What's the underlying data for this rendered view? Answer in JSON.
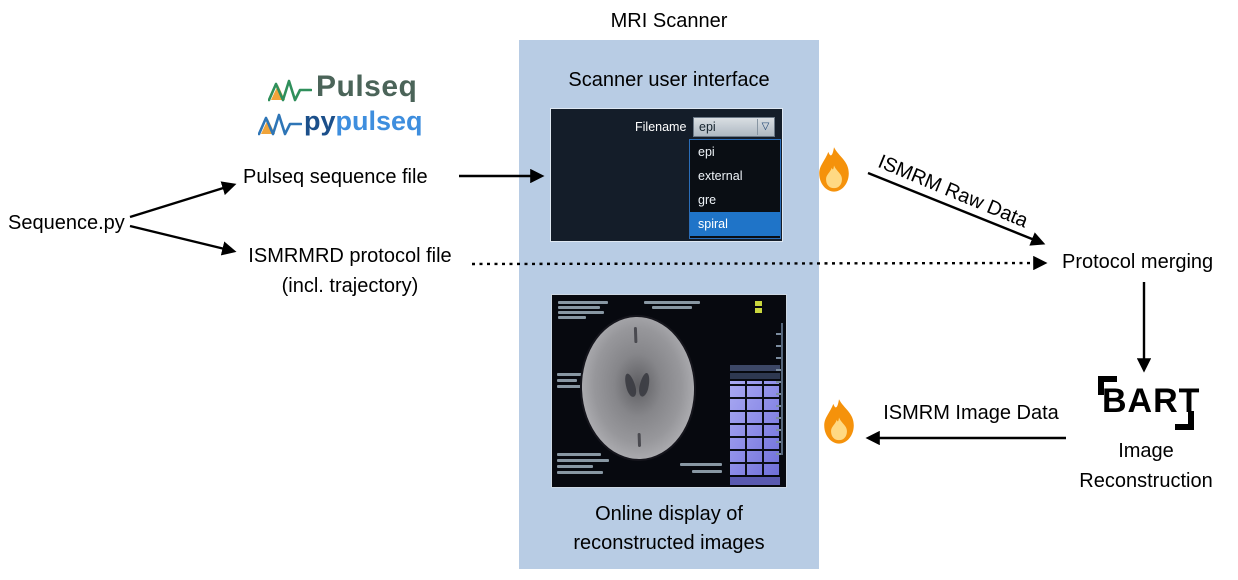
{
  "title": "MRI Scanner",
  "panel": {
    "heading": "Scanner user interface",
    "caption_line1": "Online display of",
    "caption_line2": "reconstructed images"
  },
  "scanner_ui": {
    "filename_label": "Filename",
    "selected_value": "epi",
    "dropdown_arrow": "▽",
    "options": [
      "epi",
      "external",
      "gre",
      "spiral"
    ],
    "selected_option": "spiral"
  },
  "left": {
    "pulseq_logo": "Pulseq",
    "pypulseq_prefix": "py",
    "pypulseq_rest": "pulseq",
    "sequence_py": "Sequence.py",
    "pulseq_file": "Pulseq sequence file",
    "protocol_file_line1": "ISMRMRD protocol file",
    "protocol_file_line2": "(incl. trajectory)"
  },
  "right": {
    "raw_data": "ISMRM Raw Data",
    "protocol_merging": "Protocol merging",
    "image_data": "ISMRM Image Data",
    "bart": "BART",
    "recon_line1": "Image",
    "recon_line2": "Reconstruction"
  },
  "colors": {
    "panel_bg": "#b8cce4",
    "dropdown_highlight": "#1f74c8",
    "pulseq_green": "#4b6459",
    "pypulseq_blue": "#2e75b6",
    "flame_orange": "#f5920b",
    "flame_yellow": "#ffd983"
  }
}
